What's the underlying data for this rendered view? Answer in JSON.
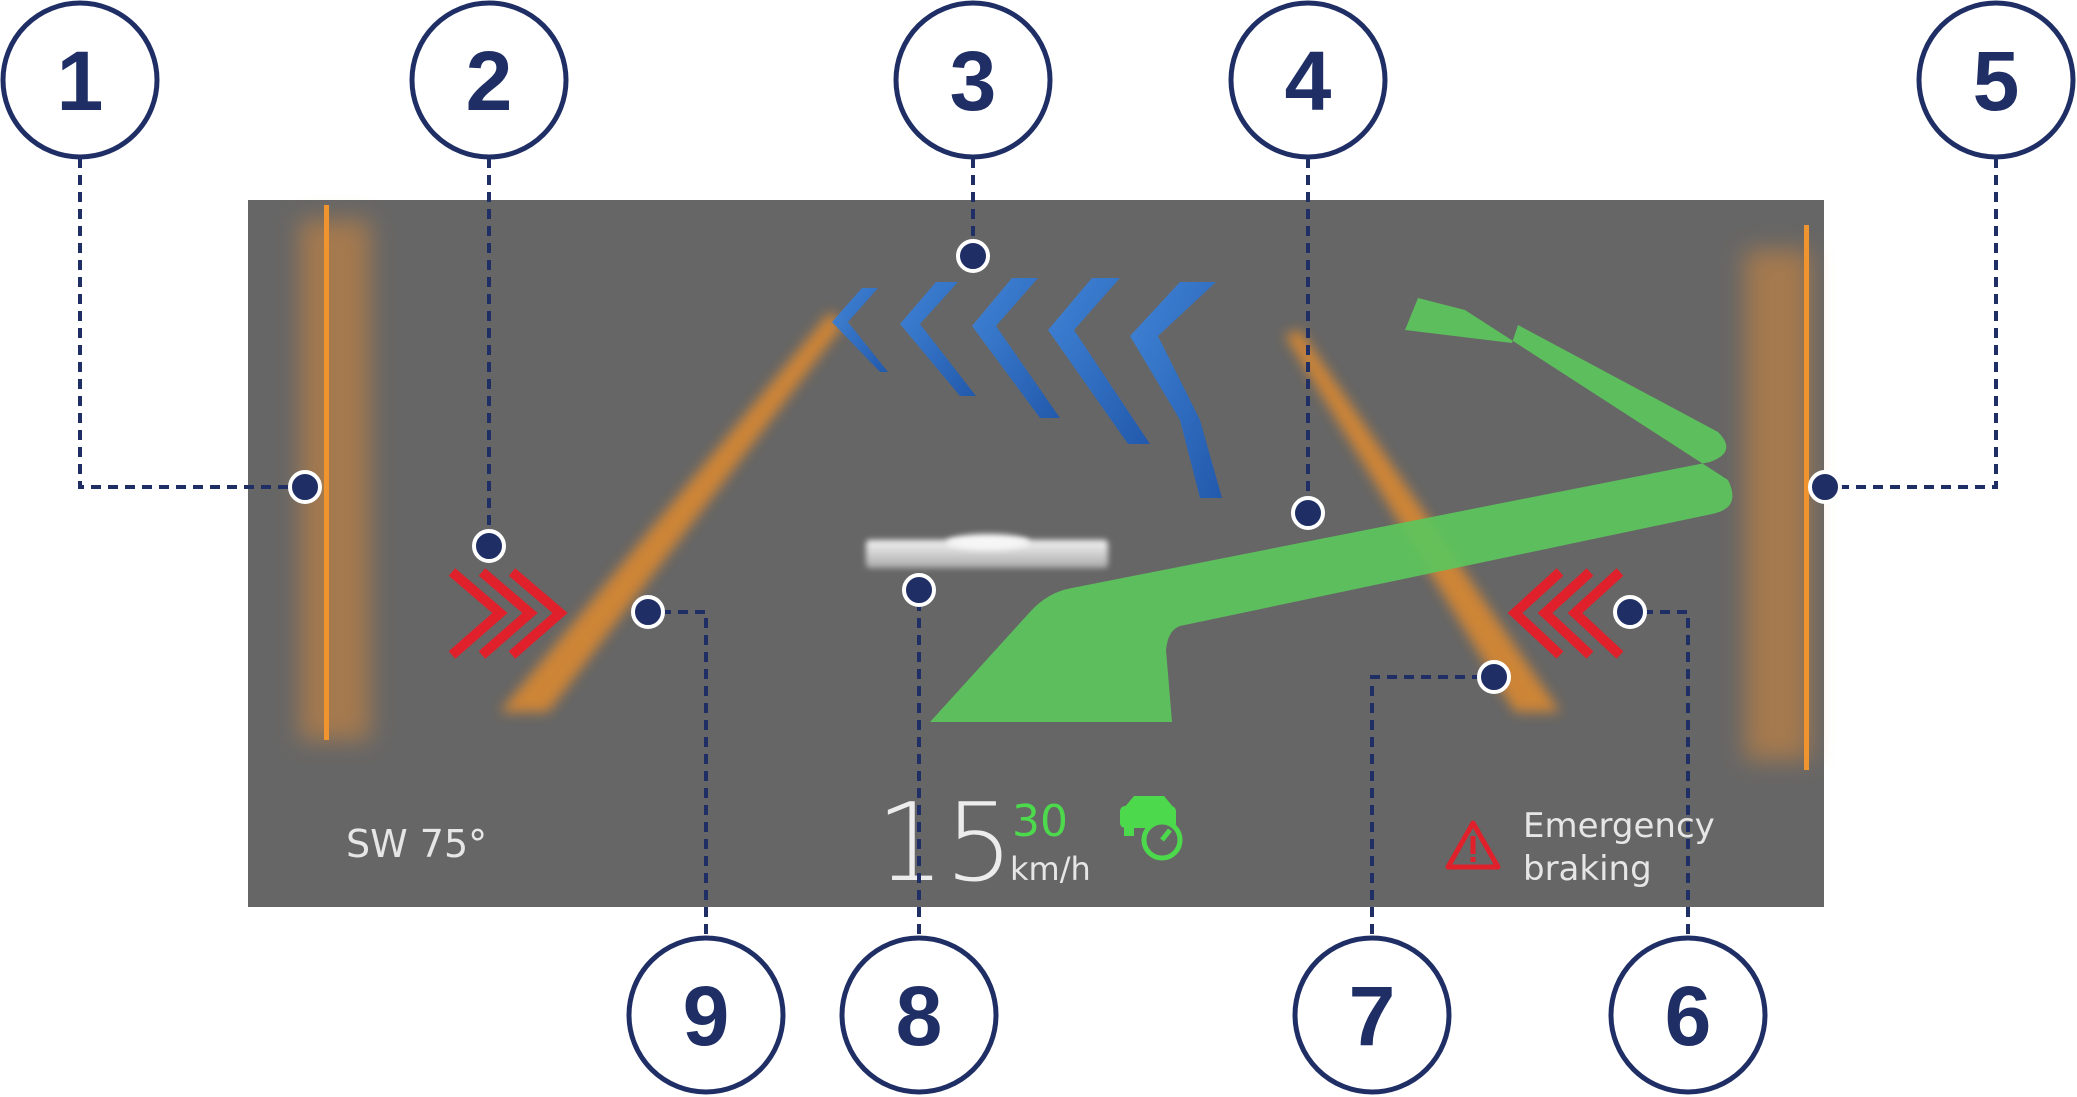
{
  "hud": {
    "heading": "SW 75°",
    "speed": "15",
    "speed_limit": "30",
    "speed_unit": "km/h",
    "warning_line1": "Emergency",
    "warning_line2": "braking",
    "icons": {
      "adaptive_cruise": "car-speedometer-icon",
      "warning": "warning-triangle-icon"
    }
  },
  "callouts": [
    {
      "label": "1",
      "target": "left-lane-boundary"
    },
    {
      "label": "2",
      "target": "left-red-chevrons"
    },
    {
      "label": "3",
      "target": "blue-chevrons"
    },
    {
      "label": "4",
      "target": "navigation-arrow"
    },
    {
      "label": "5",
      "target": "right-lane-boundary"
    },
    {
      "label": "6",
      "target": "right-red-chevrons"
    },
    {
      "label": "7",
      "target": "right-lane-line"
    },
    {
      "label": "8",
      "target": "vehicle-ahead"
    },
    {
      "label": "9",
      "target": "left-lane-line"
    }
  ],
  "colors": {
    "display_bg": "#666666",
    "callout": "#1f2f66",
    "lane_orange": "#e08a2e",
    "nav_green": "#5cc65c",
    "chevron_blue": "#2d6fc4",
    "chevron_red": "#e0202a",
    "speed_limit_green": "#4cd94c"
  }
}
